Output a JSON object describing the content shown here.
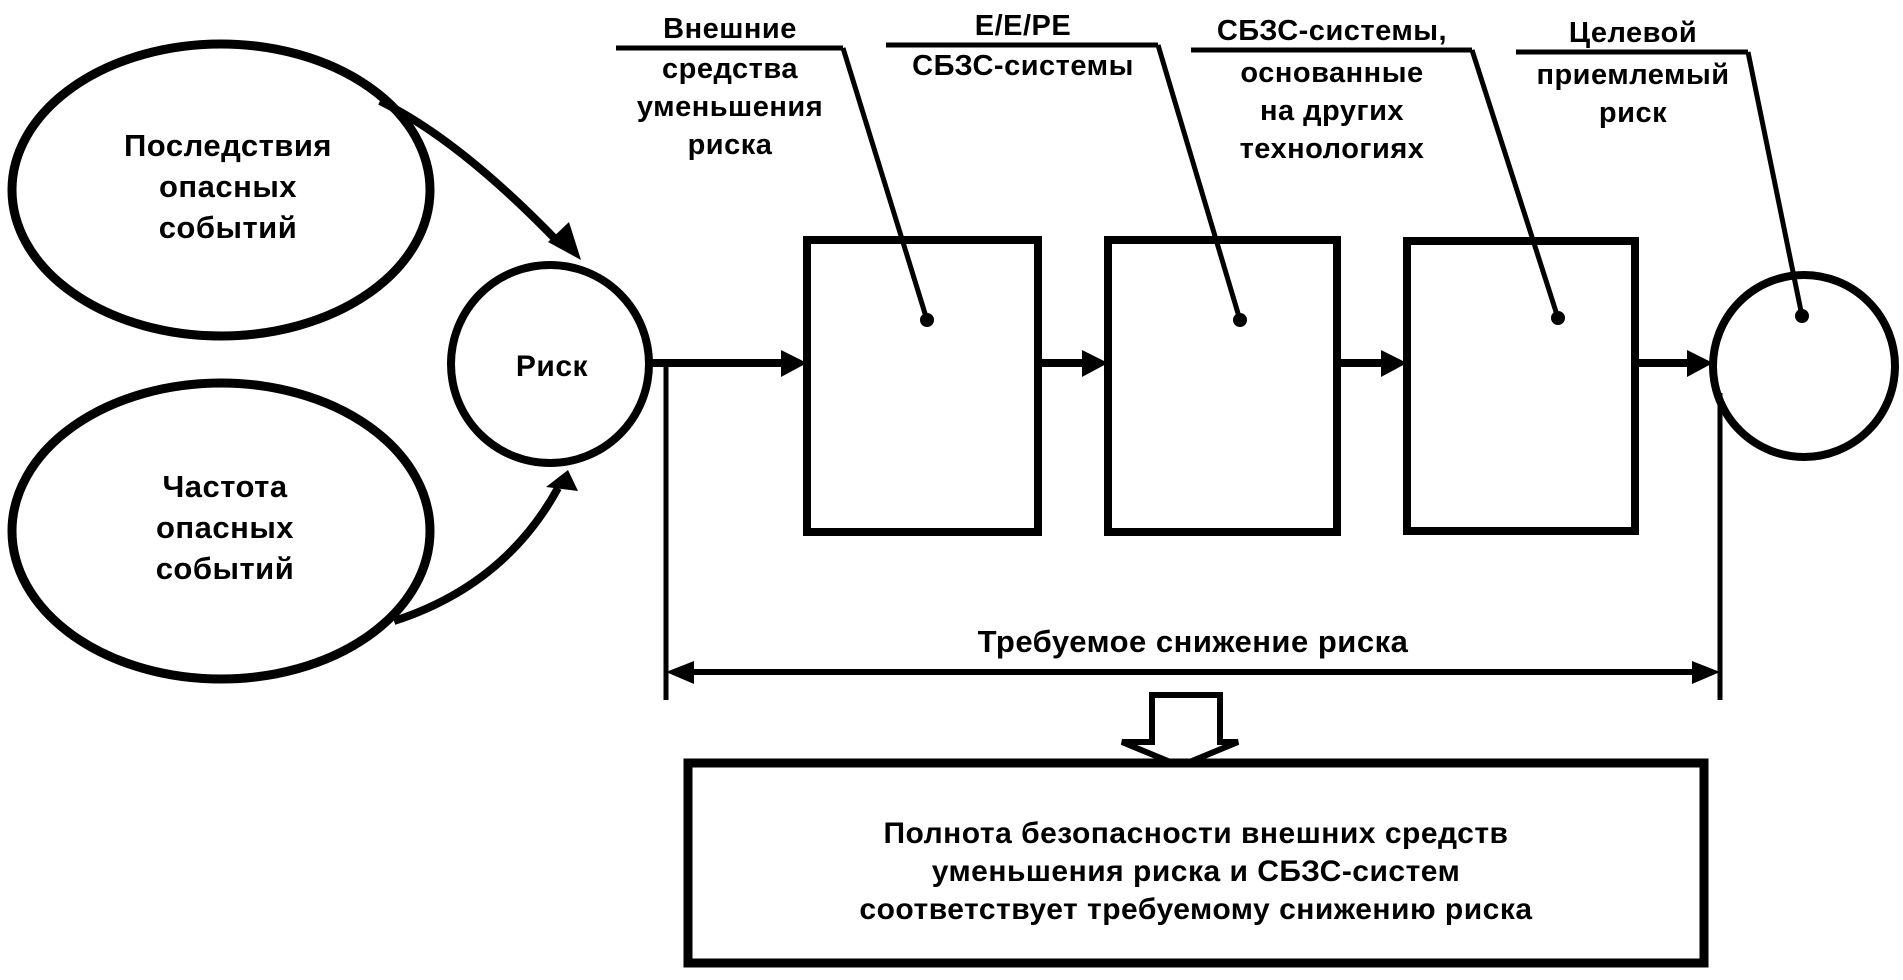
{
  "colors": {
    "ink": "#000000",
    "paper": "#ffffff"
  },
  "nodes": {
    "consequences": {
      "lines": [
        "Последствия",
        "опасных",
        "событий"
      ]
    },
    "frequency": {
      "lines": [
        "Частота",
        "опасных",
        "событий"
      ]
    },
    "risk": {
      "label": "Риск"
    }
  },
  "callouts": {
    "external_means": {
      "above": "Внешние",
      "below": [
        "средства",
        "уменьшения",
        "риска"
      ]
    },
    "eepe": {
      "above": "E/E/PE",
      "below": [
        "СБЗС-системы"
      ]
    },
    "other_tech": {
      "above": "СБЗС-системы,",
      "below": [
        "основанные",
        "на других",
        "технологиях"
      ]
    },
    "target_risk": {
      "above": "Целевой",
      "below": [
        "приемлемый",
        "риск"
      ]
    }
  },
  "dimension": {
    "label": "Требуемое снижение риска"
  },
  "note": {
    "lines": [
      "Полнота безопасности внешних средств",
      "уменьшения риска и СБЗС-систем",
      "соответствует требуемому снижению риска"
    ]
  }
}
